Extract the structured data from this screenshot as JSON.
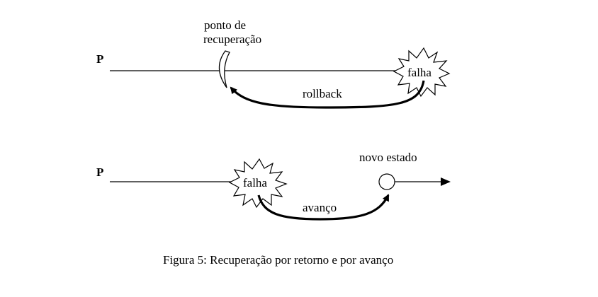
{
  "figure": {
    "caption": "Figura 5: Recuperação por retorno e por avanço"
  },
  "rollback_diagram": {
    "process_label": "P",
    "checkpoint_label_line1": "ponto de",
    "checkpoint_label_line2": "recuperação",
    "failure_label": "falha",
    "arrow_label": "rollback"
  },
  "forward_diagram": {
    "process_label": "P",
    "failure_label": "falha",
    "new_state_label": "novo estado",
    "arrow_label": "avanço"
  },
  "colors": {
    "ink": "#000000",
    "background": "#ffffff"
  }
}
